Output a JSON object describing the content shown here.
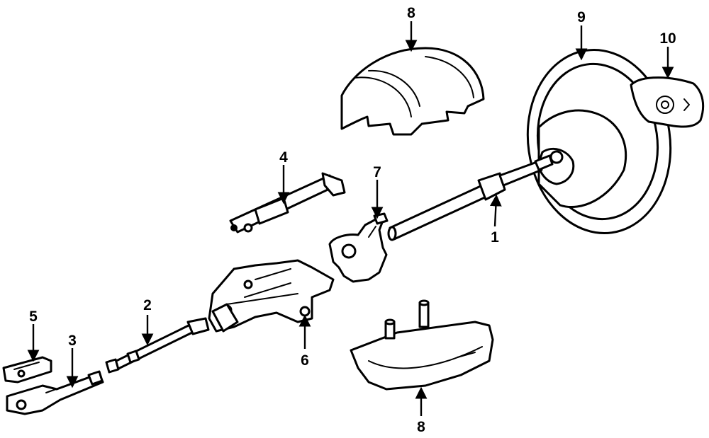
{
  "diagram": {
    "callouts": [
      {
        "id": "c1",
        "label": "1"
      },
      {
        "id": "c2",
        "label": "2"
      },
      {
        "id": "c3",
        "label": "3"
      },
      {
        "id": "c4",
        "label": "4"
      },
      {
        "id": "c5",
        "label": "5"
      },
      {
        "id": "c6",
        "label": "6"
      },
      {
        "id": "c7",
        "label": "7"
      },
      {
        "id": "c8a",
        "label": "8"
      },
      {
        "id": "c8b",
        "label": "8"
      },
      {
        "id": "c9",
        "label": "9"
      },
      {
        "id": "c10",
        "label": "10"
      }
    ]
  }
}
